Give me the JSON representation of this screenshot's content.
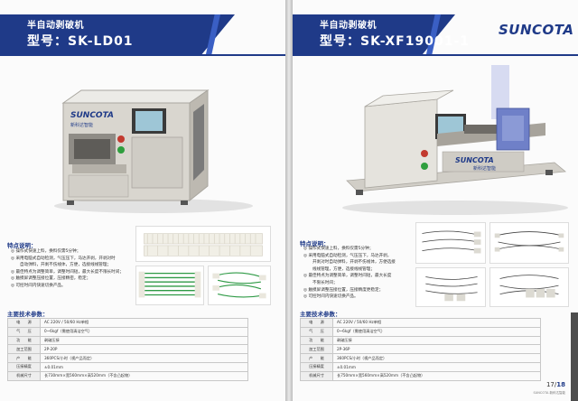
{
  "left_page": {
    "title": "半自动剥破机",
    "model": "型号：SK-LD01",
    "machine_brand_text": "SUNCOTA",
    "machine_brand_cn": "新科达智能",
    "features": {
      "heading": "特点说明：",
      "items": [
        "◎ 操作式快速上料，换料仅需5分钟；",
        "◎ 采用电脑式自动检测，气压压下，马达开剥，开剥对时",
        "自动弹料，开剥不伤线体，方便，选接线线管理；",
        "◎ 最佳特点为调整简单，调整时间短，最大长度不限长时间；",
        "◎ 触摸屏调整压接位置，压接精密，稳定；",
        "◎ 可控时间内快速切换产品。"
      ]
    },
    "specs": {
      "heading": "主要技术参数：",
      "rows": [
        {
          "k": "电　　源",
          "v": "AC 220V / 50/60 Hz单相"
        },
        {
          "k": "气　　压",
          "v": "0~6kgf（需使用清洁空气）"
        },
        {
          "k": "功　　能",
          "v": "剥破压接"
        },
        {
          "k": "加工范围",
          "v": "2P-20P"
        },
        {
          "k": "产　　能",
          "v": "360PCS/小时（视产品而定）"
        },
        {
          "k": "压接精度",
          "v": "±0.01mm"
        },
        {
          "k": "机械尺寸",
          "v": "长730mm×宽560mm×高520mm（不含凸起物）"
        }
      ]
    }
  },
  "right_page": {
    "title": "半自动剥破机",
    "model": "型号：SK-XF19001-1",
    "logo": "SUNCOTA",
    "machine_brand_text": "SUNCOTA",
    "machine_brand_cn": "新科达智能",
    "features": {
      "heading": "特点说明：",
      "items": [
        "◎ 操作式快速上料，换料仅需5分钟；",
        "◎ 采用电脑式自动检测，气压压下，马达开剥，",
        "开剥对时自动弹料，开剥不伤线体，方便选接",
        "线线管理，方便，选接线线管理；",
        "◎ 最佳特点为调整简单，调整时间短，最大长度",
        "不限长时间；",
        "◎ 触摸屏调整压接位置，压接精度更稳定；",
        "◎ 可控时间内快速切换产品。"
      ]
    },
    "specs": {
      "heading": "主要技术参数：",
      "rows": [
        {
          "k": "电　　源",
          "v": "AC 220V / 50/60 Hz单相"
        },
        {
          "k": "气　　压",
          "v": "0~6kgf（需使用清洁空气）"
        },
        {
          "k": "功　　能",
          "v": "剥破压接"
        },
        {
          "k": "加工范围",
          "v": "2P-36P"
        },
        {
          "k": "产　　能",
          "v": "360PCS/小时（视产品而定）"
        },
        {
          "k": "压接精度",
          "v": "±0.01mm"
        },
        {
          "k": "机械尺寸",
          "v": "长750mm×宽560mm×高520mm（不含凸起物）"
        }
      ]
    },
    "page_number": {
      "current": "17",
      "sep": "/",
      "total": "18"
    },
    "page_sub": "SUNCOTA 新科达智能"
  },
  "colors": {
    "brand_blue": "#1f3a88",
    "accent_blue": "#3a5fc4",
    "machine_gray": "#c9c6c0"
  }
}
